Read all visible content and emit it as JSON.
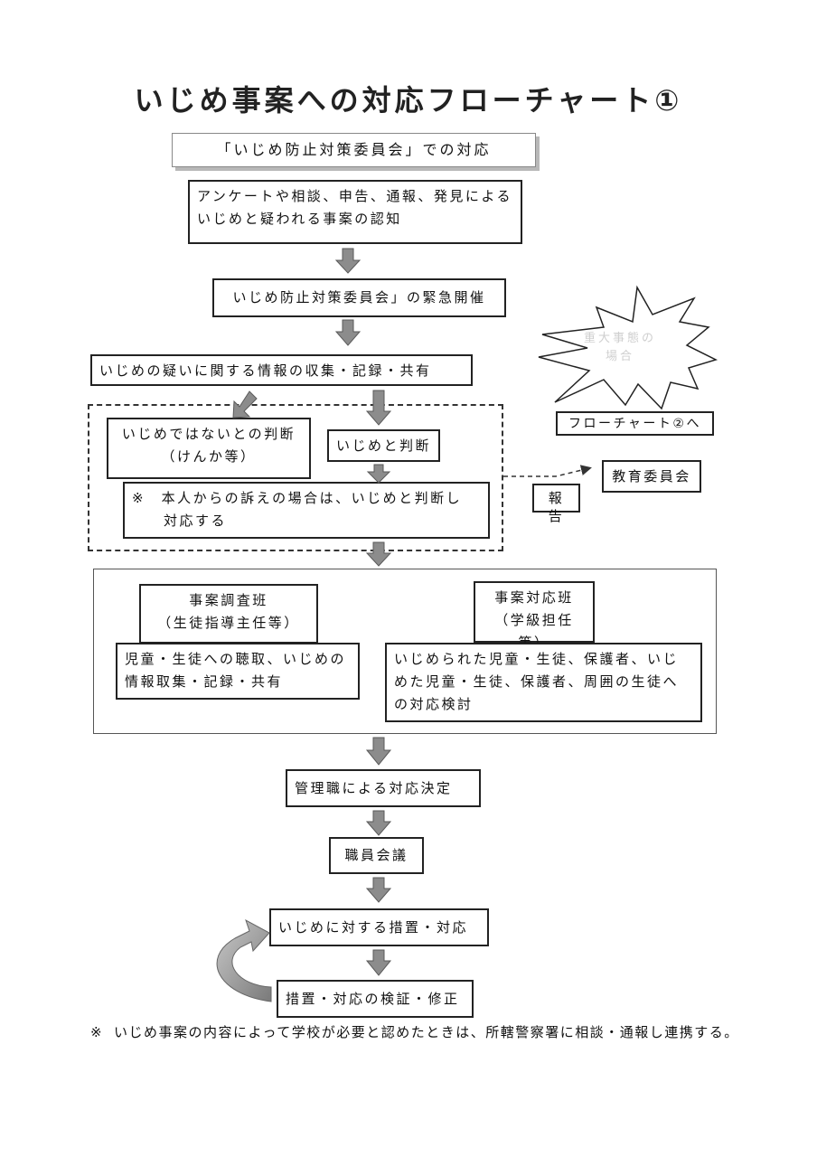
{
  "title": "いじめ事案への対応フローチャート①",
  "header": "「いじめ防止対策委員会」での対応",
  "steps": {
    "awareness": "アンケートや相談、申告、通報、発見によるいじめと疑われる事案の認知",
    "emergency_meeting": "いじめ防止対策委員会」の緊急開催",
    "info_collection": "いじめの疑いに関する情報の収集・記録・共有",
    "not_bullying": "いじめではないとの判断\n（けんか等）",
    "is_bullying": "いじめと判断",
    "complaint_note": "※　本人からの訴えの場合は、いじめと判断し\n　　対応する",
    "report": "報告",
    "board_of_education": "教育委員会",
    "flowchart2": "フローチャート②へ",
    "starburst_text": "重大事態の\n場合",
    "investigation_team": "事案調査班\n（生徒指導主任等）",
    "investigation_task": "児童・生徒への聴取、いじめの情報取集・記録・共有",
    "response_team": "事案対応班\n（学級担任等）",
    "response_task": "いじめられた児童・生徒、保護者、いじめた児童・生徒、保護者、周囲の生徒への対応検討",
    "management_decision": "管理職による対応決定",
    "staff_meeting": "職員会議",
    "measures": "いじめに対する措置・対応",
    "verification": "措置・対応の検証・修正"
  },
  "footnote": {
    "mark": "※",
    "text": "いじめ事案の内容によって学校が必要と認めたときは、所轄警察署に相談・通報し連携する。"
  },
  "colors": {
    "arrow_fill": "#8c8c8c",
    "arrow_stroke": "#5a5a5a",
    "border": "#222222"
  }
}
